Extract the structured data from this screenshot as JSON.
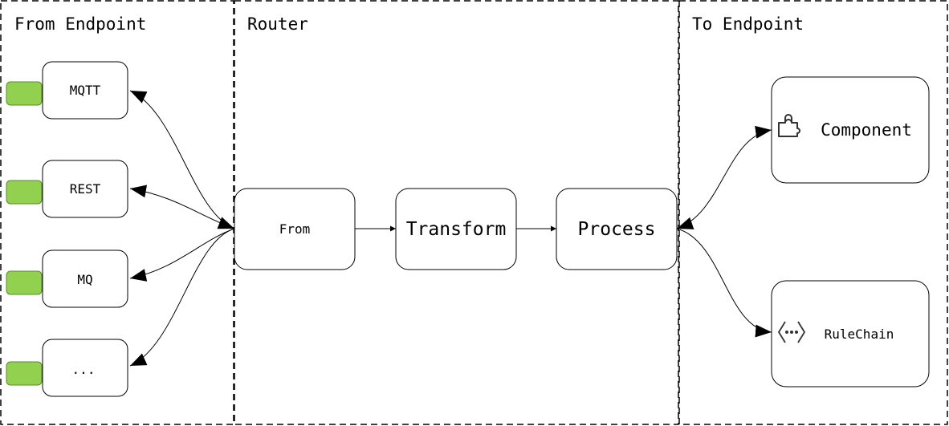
{
  "sections": {
    "from": {
      "title": "From Endpoint"
    },
    "router": {
      "title": "Router"
    },
    "to": {
      "title": "To Endpoint"
    }
  },
  "endpoints": [
    {
      "label": "MQTT"
    },
    {
      "label": "REST"
    },
    {
      "label": "MQ"
    },
    {
      "label": "..."
    }
  ],
  "router_nodes": {
    "from": "From",
    "transform": "Transform",
    "process": "Process"
  },
  "targets": {
    "component": {
      "label": "Component",
      "icon": "puzzle-piece-icon"
    },
    "rulechain": {
      "label": "RuleChain",
      "icon": "code-dots-icon"
    }
  },
  "colors": {
    "connector": "#92d050",
    "connector_border": "#5a8a2c"
  }
}
